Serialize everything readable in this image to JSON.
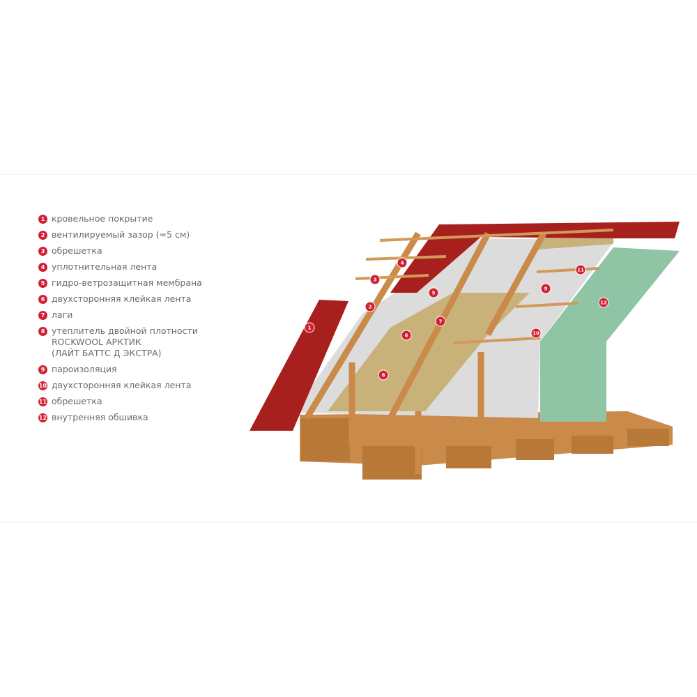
{
  "legend": [
    {
      "num": "1",
      "lines": [
        "кровельное покрытие"
      ]
    },
    {
      "num": "2",
      "lines": [
        "вентилируемый зазор (≈5 см)"
      ]
    },
    {
      "num": "3",
      "lines": [
        "обрешетка"
      ]
    },
    {
      "num": "4",
      "lines": [
        "уплотнительная лента"
      ]
    },
    {
      "num": "5",
      "lines": [
        "гидро-ветрозащитная мембрана"
      ]
    },
    {
      "num": "6",
      "lines": [
        "двухсторонняя клейкая лента"
      ]
    },
    {
      "num": "7",
      "lines": [
        "лаги"
      ]
    },
    {
      "num": "8",
      "lines": [
        "утеплитель двойной плотности",
        "ROCKWOOL АРКТИК",
        "(ЛАЙТ БАТТС Д ЭКСТРА)"
      ]
    },
    {
      "num": "9",
      "lines": [
        "пароизоляция"
      ]
    },
    {
      "num": "10",
      "lines": [
        "двухсторонняя клейкая лента"
      ]
    },
    {
      "num": "11",
      "lines": [
        "обрешетка"
      ]
    },
    {
      "num": "12",
      "lines": [
        "внутренняя обшивка"
      ]
    }
  ],
  "colors": {
    "marker": "#d21f32",
    "roof_tile": "#a8201e",
    "timber": "#c98a4a",
    "membrane": "#dcdcdc",
    "insulation": "#c9b27a",
    "lining": "#8fc4a4"
  }
}
